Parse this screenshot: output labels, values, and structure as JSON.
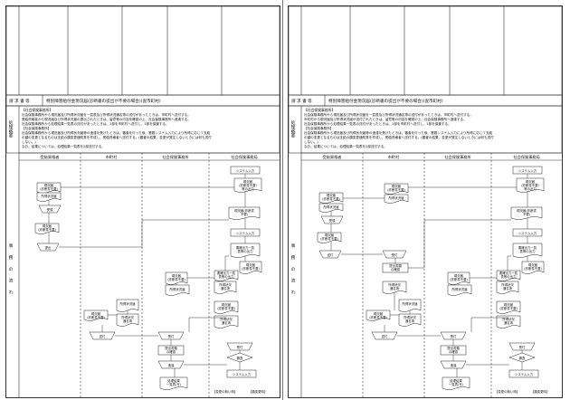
{
  "pages": [
    {
      "id": "left",
      "request_label": "請 求 書 等",
      "request_title": "特別障害給付金現況届(診断書の提出が不要の場合)(査市町村)",
      "side_label_1": "処理概要",
      "side_label_2": "事務の流れ",
      "section_header": "【社会保険事務所】",
      "desc_lines": [
        "社会保険事務所から現況届及び所得状況届を一覧表及び所得状況通名簿の送付があったときは、市町村へ送付する。",
        "受給資格者から現況届及び所得状況届の提出されたときは、留意等の内容を確認の上、社会保険事務所へ進達する。",
        "社会保険事務所から処理結果一覧表の送付があったときは、1部を市町村へ送付し、1部を保管する。",
        "【社会保険事務所】",
        "社会保険事務所から現況届及び所得状況届等の進達を受けたときは、審査を行った後、業務システム入力により所得に応じて支給",
        "の額の変更となるものは支給の額変更通知書を作成し、受給資格者へ送付する。(審査の結果、変更が発生しないときには何も送付",
        "しない。)",
        "なお、結果については、処理結果一覧表を2部送付する。"
      ],
      "columns": [
        "受給資格者",
        "市町村",
        "社会保険事務所",
        "社会保険事務局"
      ],
      "nodes": {
        "system_input_1": "システム入力",
        "genkyo_1": "現況届",
        "shindan_fuyo_1": "(診断書不要)",
        "tou_no_shutsuryoku": "等の出力",
        "genkyo_2": "現況届",
        "shindan_fuyo_2": "(診断書不要)",
        "shotoku_1": "所得状況届",
        "soufu_1": "受領",
        "genkyo_3": "現況届",
        "shindan_fuyo_3": "(診断書不要)",
        "genkyo_4": "現況届(診断書",
        "fuyo_4": "不要)",
        "shotoku_meibo_1": "所得状況",
        "meibo_1": "通名簿",
        "teishutsu": "提出",
        "system_input_2": "システム入力",
        "yoken_ichiran": "要確出力一覧",
        "hyo_no_shutsuryoku": "表等の出力",
        "genkyo_5": "現況届",
        "shindan_5": "(診断書不要)",
        "yoken_6": "要確出力一覧",
        "hyo_6": "表等の出力",
        "genkyo_7": "現況届",
        "shindan_7": "(診断書不要)",
        "shotoku_8": "所得状況届",
        "shotoku_9": "所得状況",
        "meibo_9": "通名簿",
        "shotoku_10": "所得状況届",
        "genkyo_11": "現況届",
        "shindan_11": "(診断書不要)",
        "shotoku_12": "所得状況",
        "meibo_12": "通名簿",
        "soufu_2": "送付",
        "uketsuke_1": "受付",
        "kakunin": "提出書類",
        "kakunin_2": "の確認",
        "sintatsu": "進達",
        "uketsuke_2": "受付",
        "shinsa": "審査",
        "system_input_3": "システム入力",
        "shori_kekka": "処理結果",
        "ichiran": "一覧表(写)",
        "footer_1": "【変更の無い時】",
        "footer_2": "【額変更時】"
      }
    },
    {
      "id": "right",
      "request_label": "請 求 書 等",
      "request_title": "特別障害給付金現況届(診断書の提出が不要の場合)(査市町村)",
      "side_label_1": "処理概要",
      "side_label_2": "事務の流れ",
      "section_header": "【社会保険事務所】",
      "desc_lines": [
        "社会保険事務所から現況届及び所得状況届を一覧表及び所得状況通名簿の送付があったときは、市町村へ送付する。",
        "市町村から現況届及び所得状況届が送付されたときは、留意等の内容を確認の上、社会保険事務所へ進達する。",
        "社会保険事務所から処理結果一覧表の送付があったときは、1部を市町村へ送付し、1部を保管する。",
        "【社会保険事務所】",
        "社会保険事務所から現況届及び所得状況届等の進達を受けたときは、審査を行った後、業務システム入力により所得に応じて支給",
        "の額の変更となるものは支給の額変更通知書を作成し、受給資格者へ送付する。(審査の結果、変更が発生しないときには何も送付",
        "しない。)",
        "なお、結果については、処理結果一覧表を2部送付する。"
      ],
      "columns": [
        "受給資格者",
        "市町村",
        "社会保険事務所",
        "社会保険事務局"
      ],
      "nodes": {
        "system_input_1": "システム入力",
        "genkyo_1": "現況届",
        "shindan_fuyo_1": "(診断書不要)",
        "tou_no_shutsuryoku": "等の出力",
        "genkyo_2": "現況届",
        "shindan_fuyo_2": "(診断書不要)",
        "shotoku_1": "所得状況届",
        "soufu_1": "受領",
        "genkyo_3": "現況届",
        "shindan_fuyo_3": "(診断書不要)",
        "genkyo_4": "現況届(診断書",
        "fuyo_4": "不要)",
        "shotoku_meibo_1": "所得状況",
        "meibo_1": "通名簿",
        "teishutsu": "受付",
        "system_input_2": "システム入力",
        "yoken_ichiran": "要確出力一覧",
        "hyo_no_shutsuryoku": "表等の出力",
        "genkyo_5": "現況届",
        "shindan_5": "(診断書不要)",
        "yoken_6": "要確出力一覧",
        "hyo_6": "表等の出力",
        "genkyo_7": "現況届",
        "shindan_7": "(診断書不要)",
        "shotoku_8": "所得状況届",
        "shotoku_9": "所得状況",
        "meibo_9": "通名簿",
        "shotoku_10": "所得状況届",
        "genkyo_11": "現況届",
        "shindan_11": "(診断書不要)",
        "shotoku_12": "所得状況",
        "meibo_12": "通名簿",
        "soufu_2": "送付",
        "uketsuke_1": "受付",
        "kakunin": "提出書類",
        "kakunin_2": "の確認",
        "sintatsu": "進達",
        "uketsuke_2": "受付",
        "shinsa": "審査",
        "system_input_3": "システム入力",
        "shori_kekka": "処理結果",
        "ichiran": "一覧表(写)",
        "footer_1": "【変更の無い時】",
        "footer_2": "【額変更時】"
      }
    }
  ]
}
